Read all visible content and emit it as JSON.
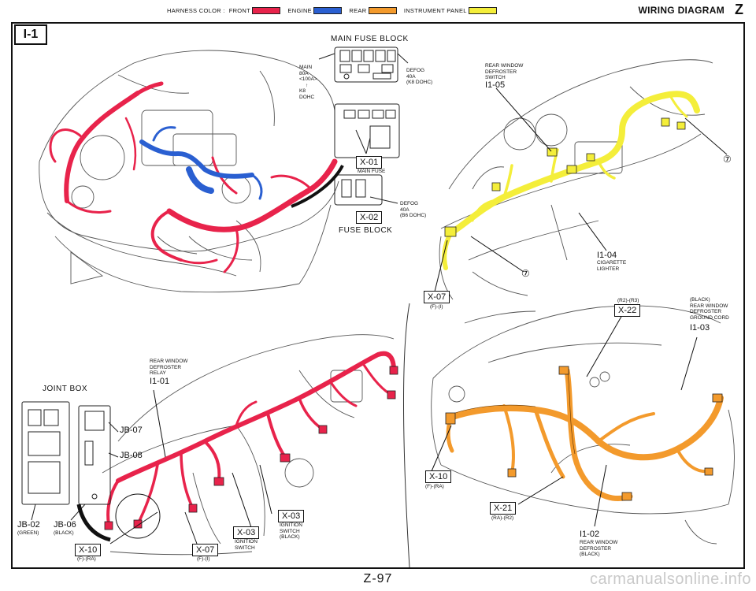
{
  "header": {
    "legend_title": "HARNESS COLOR :",
    "legend": [
      {
        "label": "FRONT",
        "color": "#e8234b"
      },
      {
        "label": "ENGINE",
        "color": "#2a5fd1"
      },
      {
        "label": "REAR",
        "color": "#f39a2c"
      },
      {
        "label": "INSTRUMENT PANEL",
        "color": "#f4ee3a"
      }
    ],
    "title": "WIRING DIAGRAM",
    "section": "Z"
  },
  "page_id": "I-1",
  "main_fuse_block": {
    "title": "MAIN FUSE BLOCK",
    "main_label": [
      "MAIN",
      "80A",
      "<100A>",
      "↑",
      "K8",
      "DOHC"
    ],
    "defog_label": [
      "DEFOG",
      "40A",
      "(K8 DOHC)"
    ],
    "main_fuse_code": "X-01",
    "main_fuse_caption": "MAIN FUSE"
  },
  "fuse_block": {
    "title": "FUSE BLOCK",
    "code": "X-02",
    "defog_label": [
      "DEFOG",
      "40A",
      "(B6 DOHC)"
    ]
  },
  "instrument_panel": {
    "rear_window_switch": {
      "label": [
        "REAR WINDOW",
        "DEFROSTER",
        "SWITCH"
      ],
      "code": "I1-05"
    },
    "cigarette_lighter": {
      "code": "I1-04",
      "label": [
        "CIGARETTE",
        "LIGHTER"
      ]
    },
    "ground_marker": "⑦",
    "ground_marker_2": "⑦",
    "connector": {
      "code": "X-07",
      "sub": "(F)-(I)"
    }
  },
  "rear": {
    "r_label": "(R2)-(R3)",
    "connector_top": "X-22",
    "ground_cord": {
      "label": [
        "(BLACK)",
        "REAR WINDOW",
        "DEFROSTER",
        "GROUND CORD"
      ],
      "code": "I1-03"
    },
    "connector_left": {
      "code": "X-10",
      "sub": "(F)-(RA)"
    },
    "connector_bottom": {
      "code": "X-21",
      "sub": "(RA)-(R2)"
    },
    "defroster": {
      "code": "I1-02",
      "label": [
        "REAR WINDOW",
        "DEFROSTER",
        "(BLACK)"
      ]
    }
  },
  "front_body": {
    "relay": {
      "label": [
        "REAR WINDOW",
        "DEFROSTER",
        "RELAY"
      ],
      "code": "I1-01"
    },
    "joint_box": {
      "title": "JOINT BOX"
    },
    "jb07": "JB-07",
    "jb08": "JB-08",
    "jb02": {
      "code": "JB-02",
      "color": "(GREEN)"
    },
    "jb06": {
      "code": "JB-06",
      "color": "(BLACK)"
    },
    "x10": {
      "code": "X-10",
      "sub": "(F)-(RA)"
    },
    "x07": {
      "code": "X-07",
      "sub": "(F)-(I)"
    },
    "x03a": {
      "code": "X-03",
      "label": [
        "IGNITION",
        "SWITCH"
      ]
    },
    "x03b": {
      "code": "X-03",
      "label": [
        "IGNITION",
        "SWITCH",
        "(BLACK)"
      ]
    }
  },
  "footer": {
    "page_number": "Z-97",
    "watermark": "carmanualsonline.info"
  }
}
